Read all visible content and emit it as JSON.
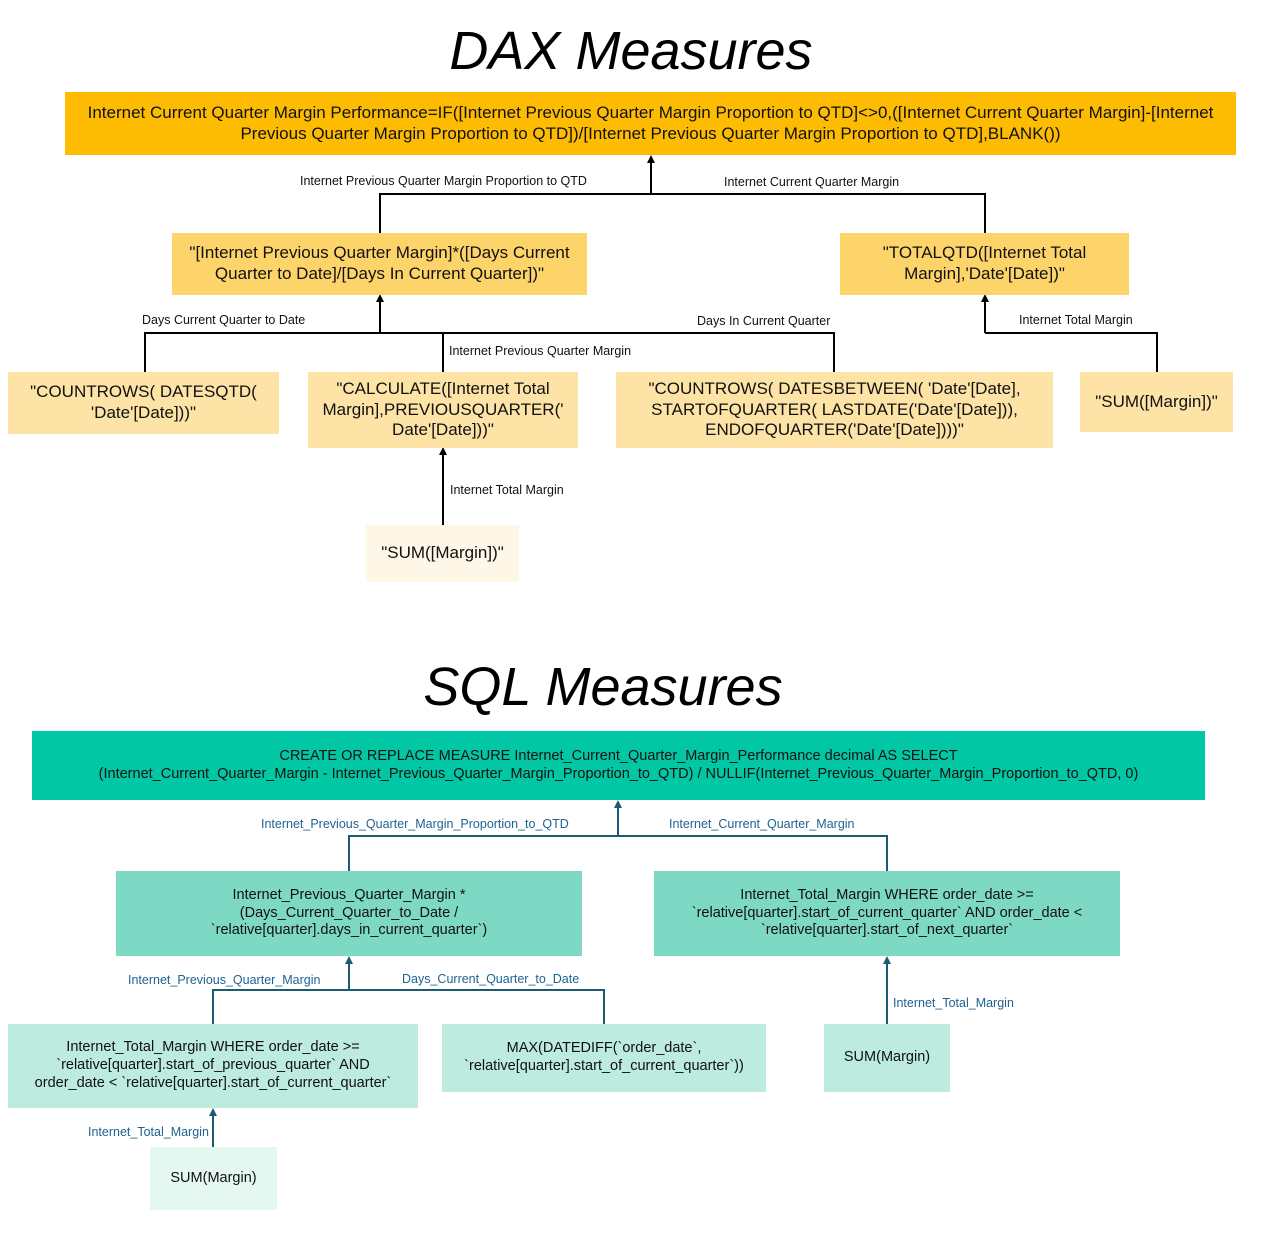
{
  "colors": {
    "dax_root": "#fdbc02",
    "dax_mid": "#fdd46a",
    "dax_leaf": "#fde3a6",
    "dax_leaf2": "#fef6e6",
    "sql_root": "#02c7a4",
    "sql_mid": "#7ed9c4",
    "sql_leaf": "#bdebdf",
    "sql_leaf2": "#e4f7f1",
    "sql_label": "#1f6391",
    "dax_line": "#000000",
    "sql_line": "#1a5b73"
  },
  "dax": {
    "title": "DAX Measures",
    "nodes": {
      "root": "Internet Current Quarter Margin Performance=IF([Internet Previous Quarter Margin Proportion to QTD]<>0,([Internet Current Quarter Margin]-[Internet\nPrevious Quarter Margin Proportion to QTD])/[Internet Previous Quarter Margin Proportion to QTD],BLANK())",
      "prev_prop": "\"[Internet Previous Quarter Margin]*([Days Current\nQuarter to Date]/[Days In Current Quarter])\"",
      "totalqtd": "\"TOTALQTD([Internet Total\nMargin],'Date'[Date])\"",
      "countrows_qtd": "\"COUNTROWS( DATESQTD(\n'Date'[Date]))\"",
      "calculate": "\"CALCULATE([Internet Total\nMargin],PREVIOUSQUARTER('\nDate'[Date]))\"",
      "countrows_between": "\"COUNTROWS( DATESBETWEEN( 'Date'[Date],\nSTARTOFQUARTER( LASTDATE('Date'[Date])),\nENDOFQUARTER('Date'[Date])))\"",
      "sum_right": "\"SUM([Margin])\"",
      "sum_bottom": "\"SUM([Margin])\""
    },
    "labels": {
      "prev_prop": "Internet Previous Quarter Margin Proportion to QTD",
      "current": "Internet Current Quarter Margin",
      "days_ctd": "Days Current Quarter to Date",
      "days_in": "Days In Current Quarter",
      "prev_margin": "Internet Previous Quarter Margin",
      "total_right": "Internet Total Margin",
      "total_bottom": "Internet Total Margin"
    }
  },
  "sql": {
    "title": "SQL Measures",
    "nodes": {
      "root": "CREATE OR REPLACE MEASURE Internet_Current_Quarter_Margin_Performance decimal AS SELECT\n(Internet_Current_Quarter_Margin - Internet_Previous_Quarter_Margin_Proportion_to_QTD) / NULLIF(Internet_Previous_Quarter_Margin_Proportion_to_QTD, 0)",
      "prev_prop": "Internet_Previous_Quarter_Margin *\n(Days_Current_Quarter_to_Date /\n`relative[quarter].days_in_current_quarter`)",
      "current": "Internet_Total_Margin WHERE order_date >=\n`relative[quarter].start_of_current_quarter` AND order_date <\n`relative[quarter].start_of_next_quarter`",
      "prev_margin": "Internet_Total_Margin WHERE order_date >=\n`relative[quarter].start_of_previous_quarter` AND\norder_date < `relative[quarter].start_of_current_quarter`",
      "days": "MAX(DATEDIFF(`order_date`,\n`relative[quarter].start_of_current_quarter`))",
      "sum_right": "SUM(Margin)",
      "sum_bottom": "SUM(Margin)"
    },
    "labels": {
      "prev_prop": "Internet_Previous_Quarter_Margin_Proportion_to_QTD",
      "current": "Internet_Current_Quarter_Margin",
      "prev_margin": "Internet_Previous_Quarter_Margin",
      "days": "Days_Current_Quarter_to_Date",
      "total_right": "Internet_Total_Margin",
      "total_bottom": "Internet_Total_Margin"
    }
  }
}
